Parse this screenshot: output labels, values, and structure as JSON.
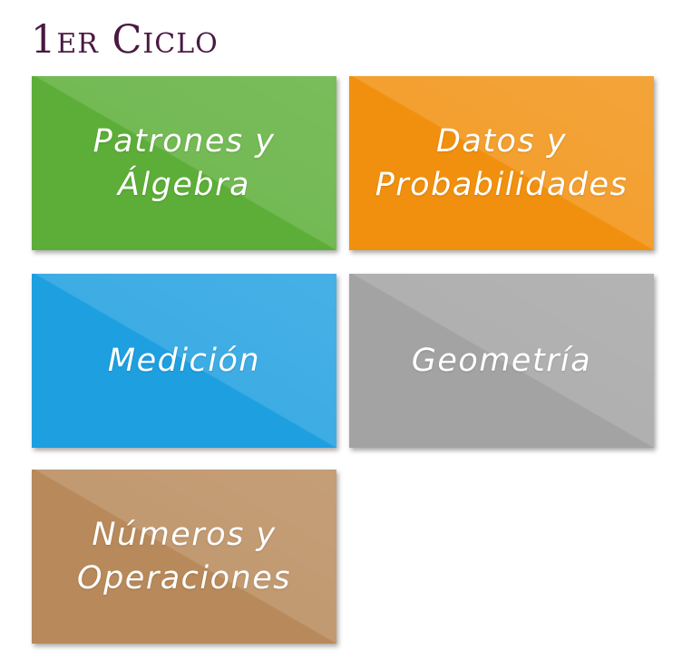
{
  "header": {
    "title": "1er Ciclo"
  },
  "tiles": [
    {
      "label": "Patrones y\nÁlgebra",
      "color": "#5cae38"
    },
    {
      "label": "Datos y\nProbabilidades",
      "color": "#f1900e"
    },
    {
      "label": "Medición",
      "color": "#1e9fe0"
    },
    {
      "label": "Geometría",
      "color": "#a3a3a3"
    },
    {
      "label": "Números y\nOperaciones",
      "color": "#b8895a"
    }
  ]
}
